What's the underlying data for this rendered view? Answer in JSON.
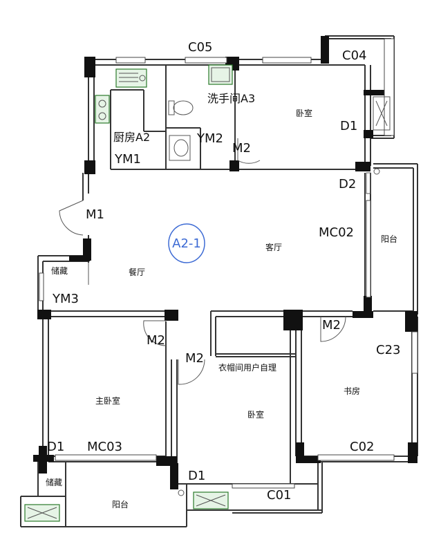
{
  "labels": {
    "c05": "C05",
    "c04": "C04",
    "d1_top": "D1",
    "d2": "D2",
    "m1": "M1",
    "mc02": "MC02",
    "ym3": "YM3",
    "m2_a": "M2",
    "m2_b": "M2",
    "m2_c": "M2",
    "m2_d": "M2",
    "c23": "C23",
    "mc03": "MC03",
    "d1_left": "D1",
    "c02": "C02",
    "d1_bottom": "D1",
    "c01": "C01",
    "ym1": "YM1",
    "ym2": "YM2"
  },
  "rooms": {
    "kitchen": "厨房A2",
    "bathroom": "洗手间A3",
    "bedroom_top": "卧室",
    "living": "客厅",
    "dining": "餐厅",
    "balcony_right": "阳台",
    "storage_top": "储藏",
    "master_bedroom": "主卧室",
    "closet_note": "衣帽间用户自理",
    "bedroom_center": "卧室",
    "study": "书房",
    "storage_bottom": "储藏",
    "balcony_bottom": "阳台"
  },
  "stamp": "A2-1",
  "colors": {
    "wall": "#111111",
    "fixture": "#2a7a2a",
    "stamp": "#3c6ad4"
  }
}
